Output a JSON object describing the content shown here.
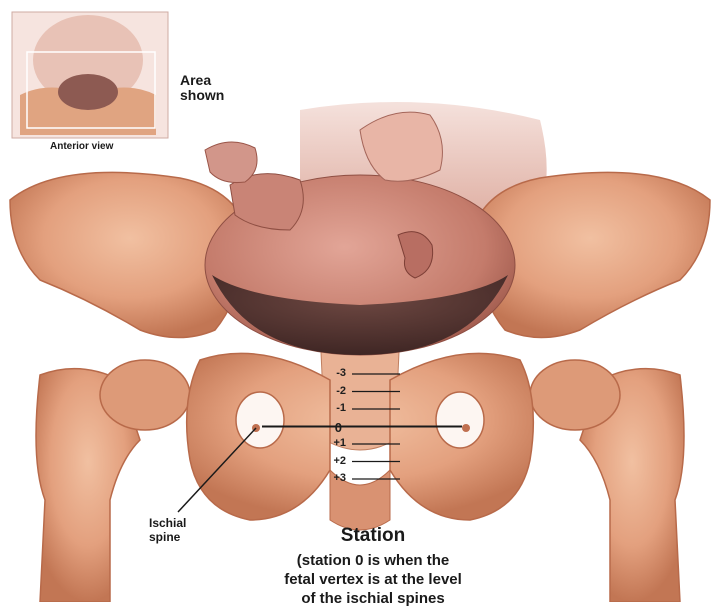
{
  "inset": {
    "area_label": "Area\nshown",
    "view_label": "Anterior view"
  },
  "labels": {
    "ischial_spine": "Ischial\nspine"
  },
  "stations": [
    "-3",
    "-2",
    "-1",
    "0",
    "+1",
    "+2",
    "+3"
  ],
  "caption": {
    "title": "Station",
    "description": "(station 0 is when the\nfetal vertex is at the level\nof the ischial spines"
  },
  "colors": {
    "bone": "#e3a07e",
    "bone_shadow": "#b86a4a",
    "skin": "#c97f70",
    "hair": "#5a3834",
    "line": "#1a1a1a"
  }
}
